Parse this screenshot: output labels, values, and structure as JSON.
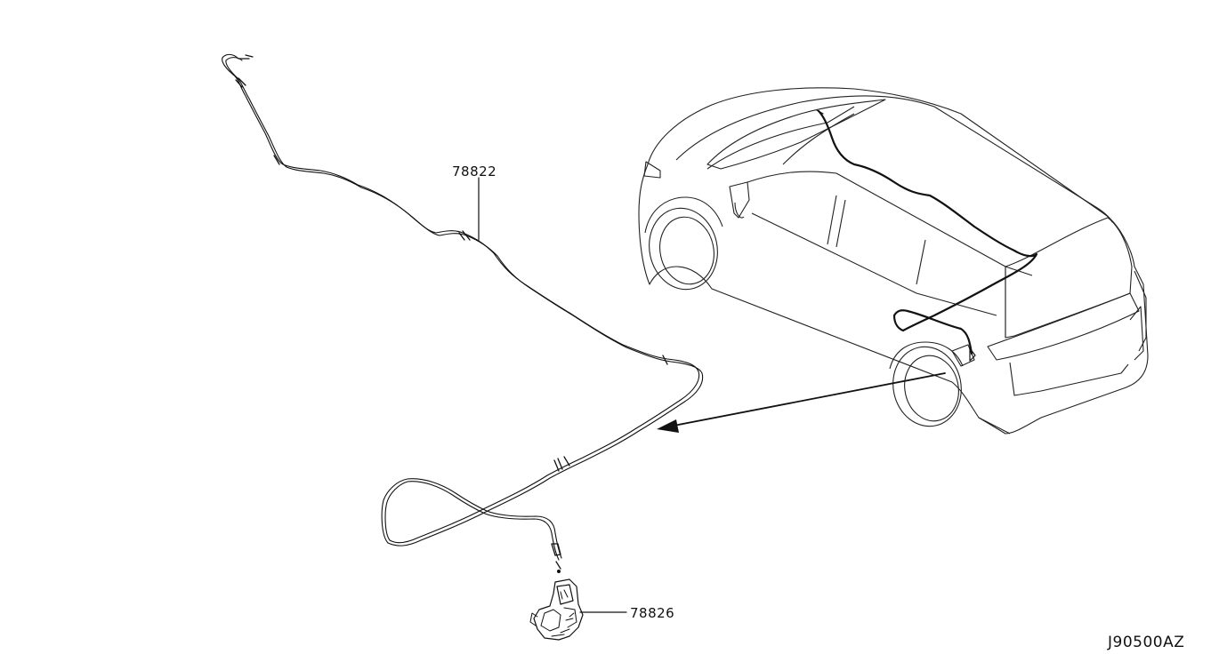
{
  "diagram": {
    "drawing_code": "J90500AZ",
    "parts": [
      {
        "id": "cable",
        "part_number": "78822"
      },
      {
        "id": "actuator",
        "part_number": "78826"
      }
    ]
  }
}
